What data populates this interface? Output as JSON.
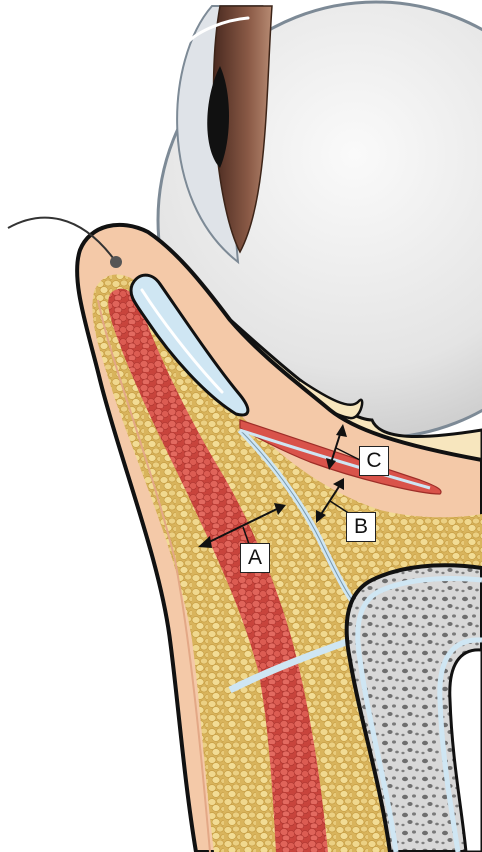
{
  "labels": {
    "a": "A",
    "b": "B",
    "c": "C"
  },
  "colors": {
    "skin": "#f4c9a8",
    "fat": "#d9b45c",
    "muscle": "#d9534a",
    "tarsus": "#cfe6f3",
    "septum": "#cfe6f3",
    "bone": "#dcdcdc",
    "eye": "#eeeeee",
    "iris": "#7a4a3a",
    "lid_tissue": "#f7e6be",
    "outline": "#111111"
  }
}
